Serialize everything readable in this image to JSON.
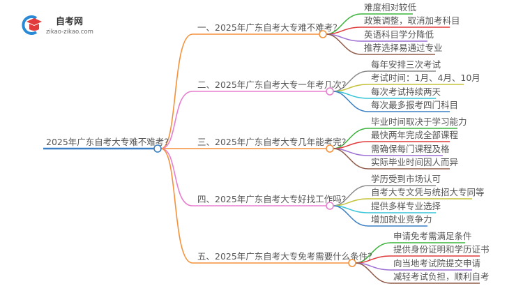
{
  "logo": {
    "title": "自考网",
    "url": "zikao-zikao.com"
  },
  "root": {
    "label": "2025年广东自考大专难不难考？",
    "color": "#3a7fc4"
  },
  "branches": [
    {
      "label": "一、2025年广东自考大专难不难考？",
      "color": "#f5913a",
      "leaves": [
        "难度相对较低",
        "政策调整，取消加考科目",
        "英语科目学分降低",
        "推荐选择易通过专业"
      ]
    },
    {
      "label": "二、2025年广东自考大专一年考几次？",
      "color": "#e77fcf",
      "leaves": [
        "每年安排三次考试",
        "考试时间：1月、4月、10月",
        "每次考试持续两天",
        "每次最多报考四门科目"
      ]
    },
    {
      "label": "三、2025年广东自考大专几年能考完？",
      "color": "#f5913a",
      "leaves": [
        "毕业时间取决于学习能力",
        "最快两年完成全部课程",
        "需确保每门课程及格",
        "实际毕业时间因人而异"
      ]
    },
    {
      "label": "四、2025年广东自考大专好找工作吗？",
      "color": "#e77fcf",
      "leaves": [
        "学历受到市场认可",
        "自考大专文凭与统招大专同等",
        "提供多样专业选择",
        "增加就业竞争力"
      ]
    },
    {
      "label": "五、2025年广东自考大专免考需要什么条件？",
      "color": "#f5913a",
      "leaves": [
        "申请免考需满足条件",
        "提供身份证明和学历证书",
        "向当地考试院提交申请",
        "减轻考试负担，顺利自考"
      ]
    }
  ],
  "leaf_colors": {
    "set_a": [
      "#3bb33b",
      "#e03a3a",
      "#9c6fd4",
      "#8f5a4a"
    ],
    "set_b": [
      "#8a8a8a",
      "#c3c23a",
      "#35c4d8",
      "#3a7fc4"
    ]
  }
}
